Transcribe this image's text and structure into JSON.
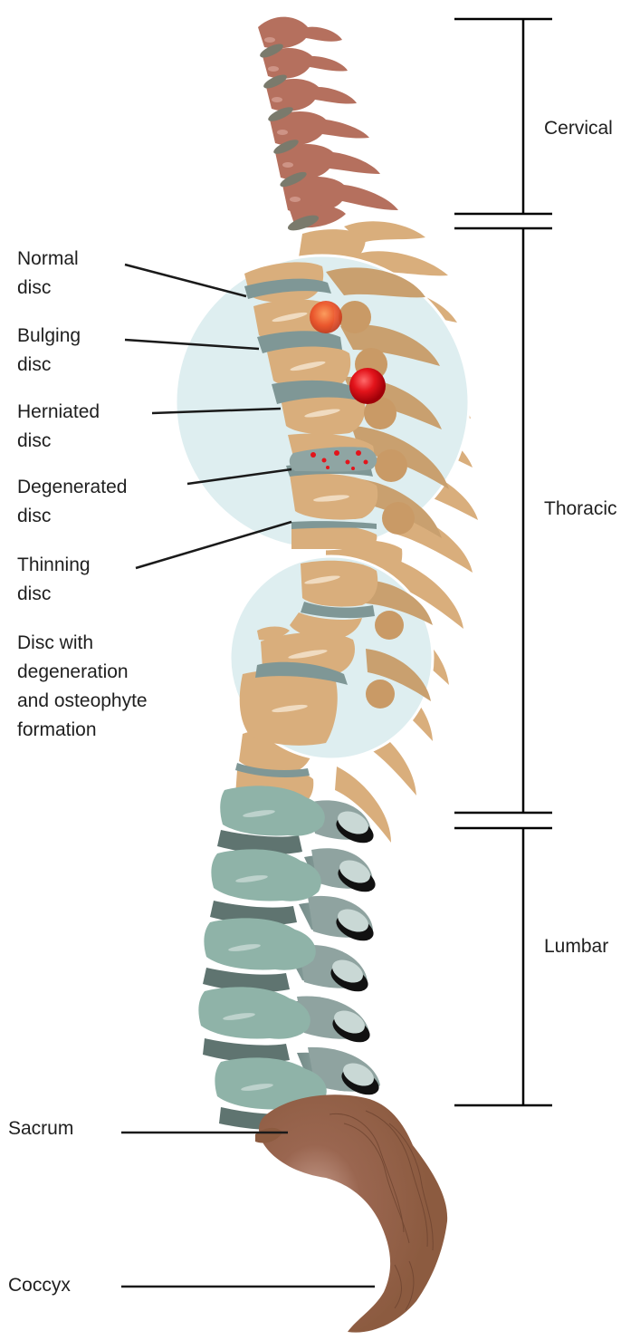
{
  "regions": {
    "cervical": "Cervical",
    "thoracic": "Thoracic",
    "lumbar": "Lumbar"
  },
  "labels": {
    "normal_disc": "Normal\ndisc",
    "bulging_disc": "Bulging\ndisc",
    "herniated_disc": "Herniated\ndisc",
    "degenerated_disc": "Degenerated\ndisc",
    "thinning_disc": "Thinning\ndisc",
    "osteophyte_disc": "Disc with\ndegeneration\nand osteophyte\nformation",
    "sacrum": "Sacrum",
    "coccyx": "Coccyx"
  },
  "colors": {
    "cervical_bone": "#b5705e",
    "thoracic_bone": "#d9ae7c",
    "lumbar_bone": "#8fb3a8",
    "disc": "#7f9796",
    "sacrum": "#8c5b40",
    "magnifier": "#deeef0",
    "herniation": "#e3141b"
  }
}
